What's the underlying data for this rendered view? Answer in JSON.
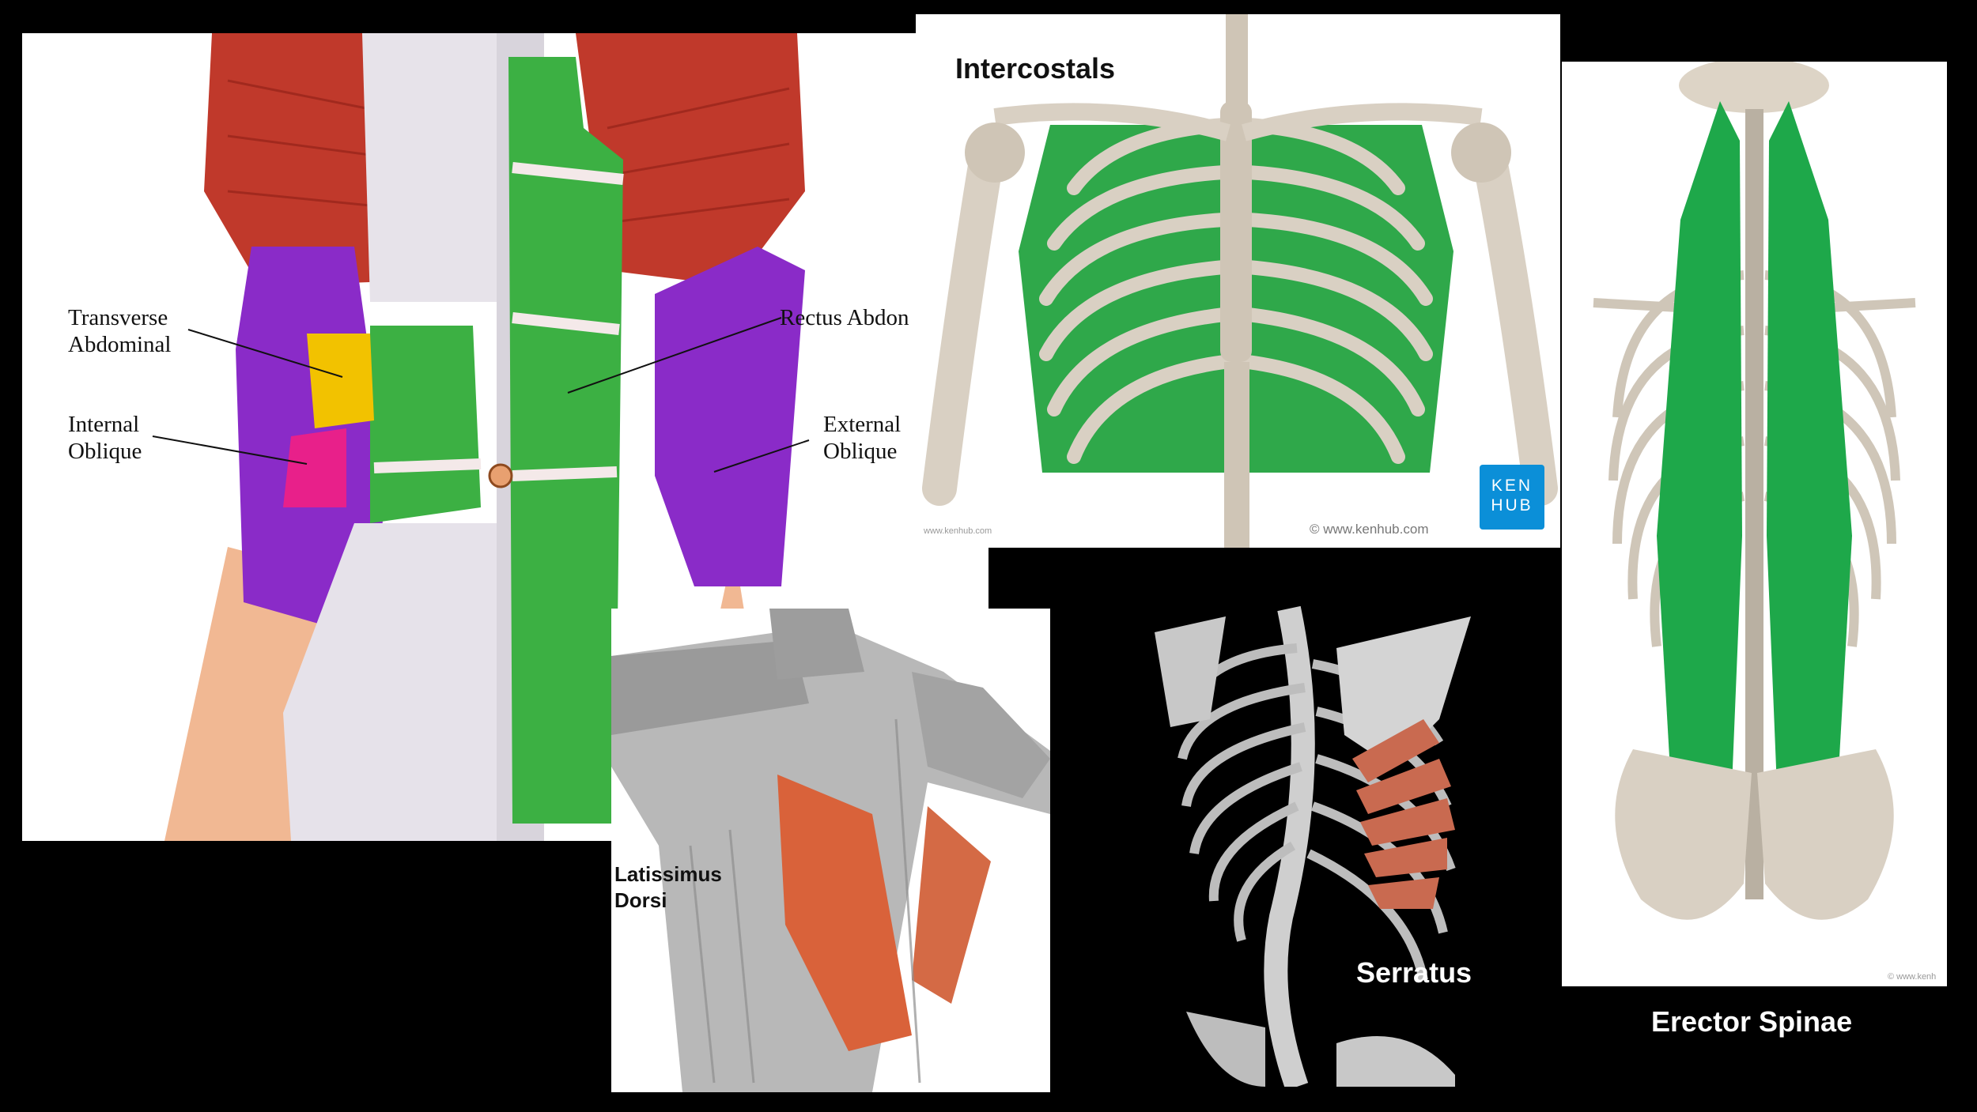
{
  "abdominal": {
    "transverse": "Transverse\nAbdominal",
    "internal": "Internal\nOblique",
    "rectus": "Rectus Abdon",
    "external": "External\nOblique"
  },
  "intercostals": {
    "title": "Intercostals",
    "logo_line1": "KEN",
    "logo_line2": "HUB",
    "credit_main": "© www.kenhub.com",
    "credit_small": "www.kenhub.com"
  },
  "latissimus": {
    "label": "Latissimus\nDorsi"
  },
  "serratus": {
    "label": "Serratus"
  },
  "erector": {
    "label": "Erector Spinae",
    "credit": "© www.kenh"
  },
  "colors": {
    "muscle_green": "#2fa84a",
    "rectus_green": "#3cb043",
    "oblique_purple": "#8a2bc8",
    "transverse_yellow": "#f2c200",
    "internal_pink": "#e8208a",
    "muscle_red": "#c0392b",
    "latissimus_orange": "#d9623a",
    "kenhub_blue": "#0b8fd8",
    "bone": "#d9d0c3"
  }
}
